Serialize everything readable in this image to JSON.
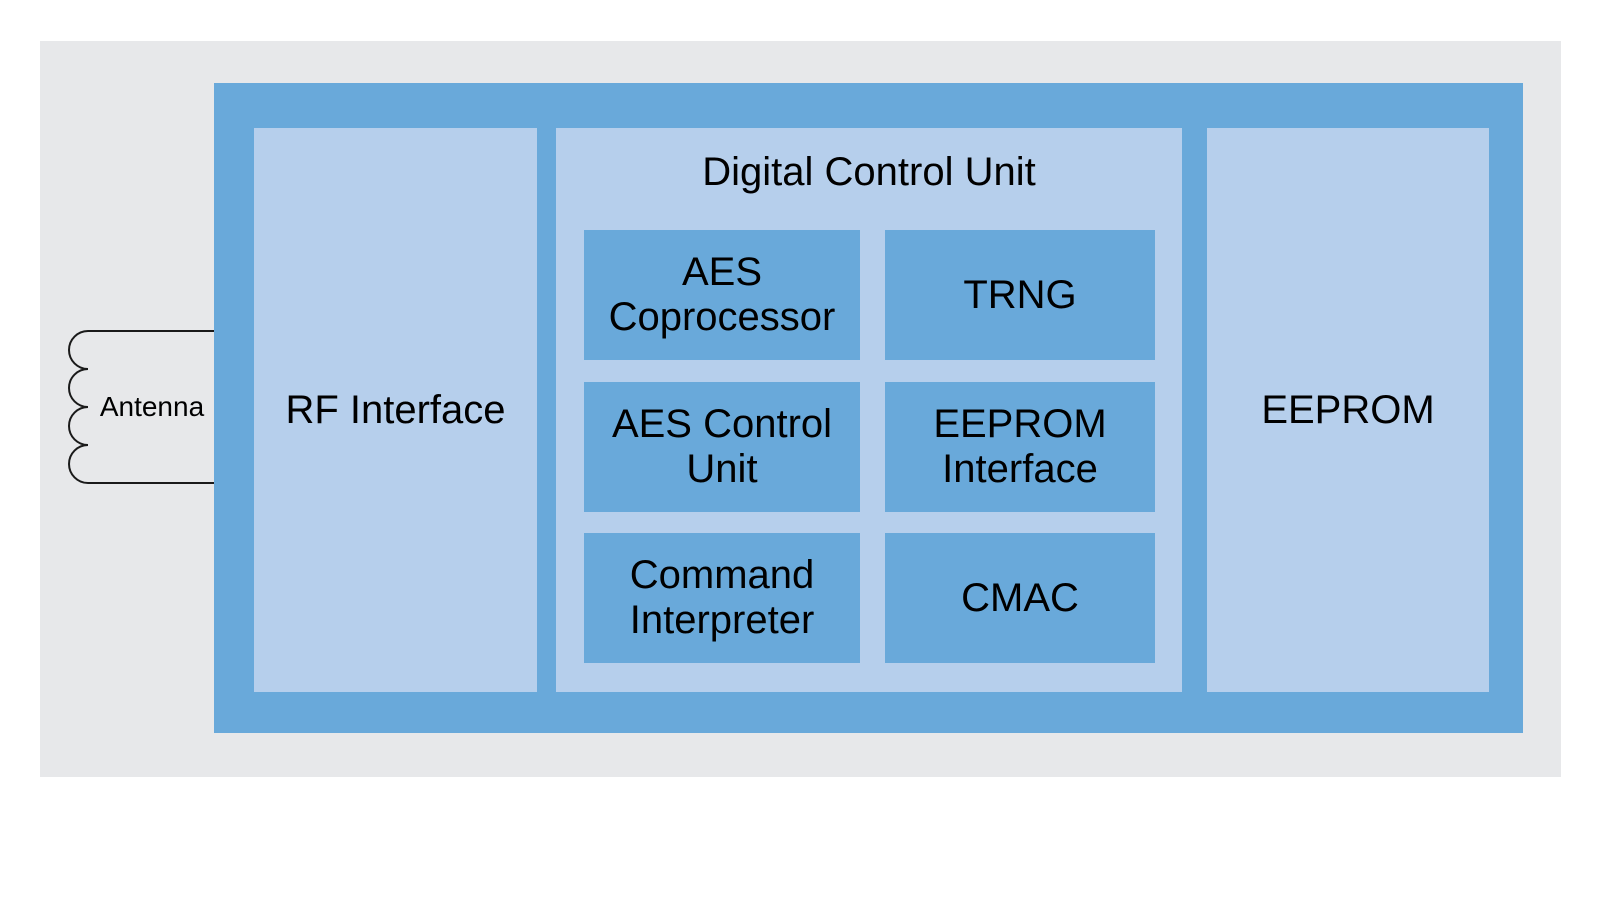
{
  "colors": {
    "background": "#ffffff",
    "panel_gray": "#e7e8ea",
    "chip_blue": "#69a9da",
    "block_light_blue": "#b6cfec",
    "text": "#000000",
    "antenna_line": "#1a1a1a"
  },
  "antenna": {
    "label": "Antenna"
  },
  "chip": {
    "rf_interface": {
      "label": "RF Interface"
    },
    "digital_control_unit": {
      "title": "Digital Control Unit",
      "blocks": [
        {
          "label": "AES Coprocessor"
        },
        {
          "label": "TRNG"
        },
        {
          "label": "AES Control Unit"
        },
        {
          "label": "EEPROM Interface"
        },
        {
          "label": "Command Interpreter"
        },
        {
          "label": "CMAC"
        }
      ]
    },
    "eeprom": {
      "label": "EEPROM"
    }
  }
}
